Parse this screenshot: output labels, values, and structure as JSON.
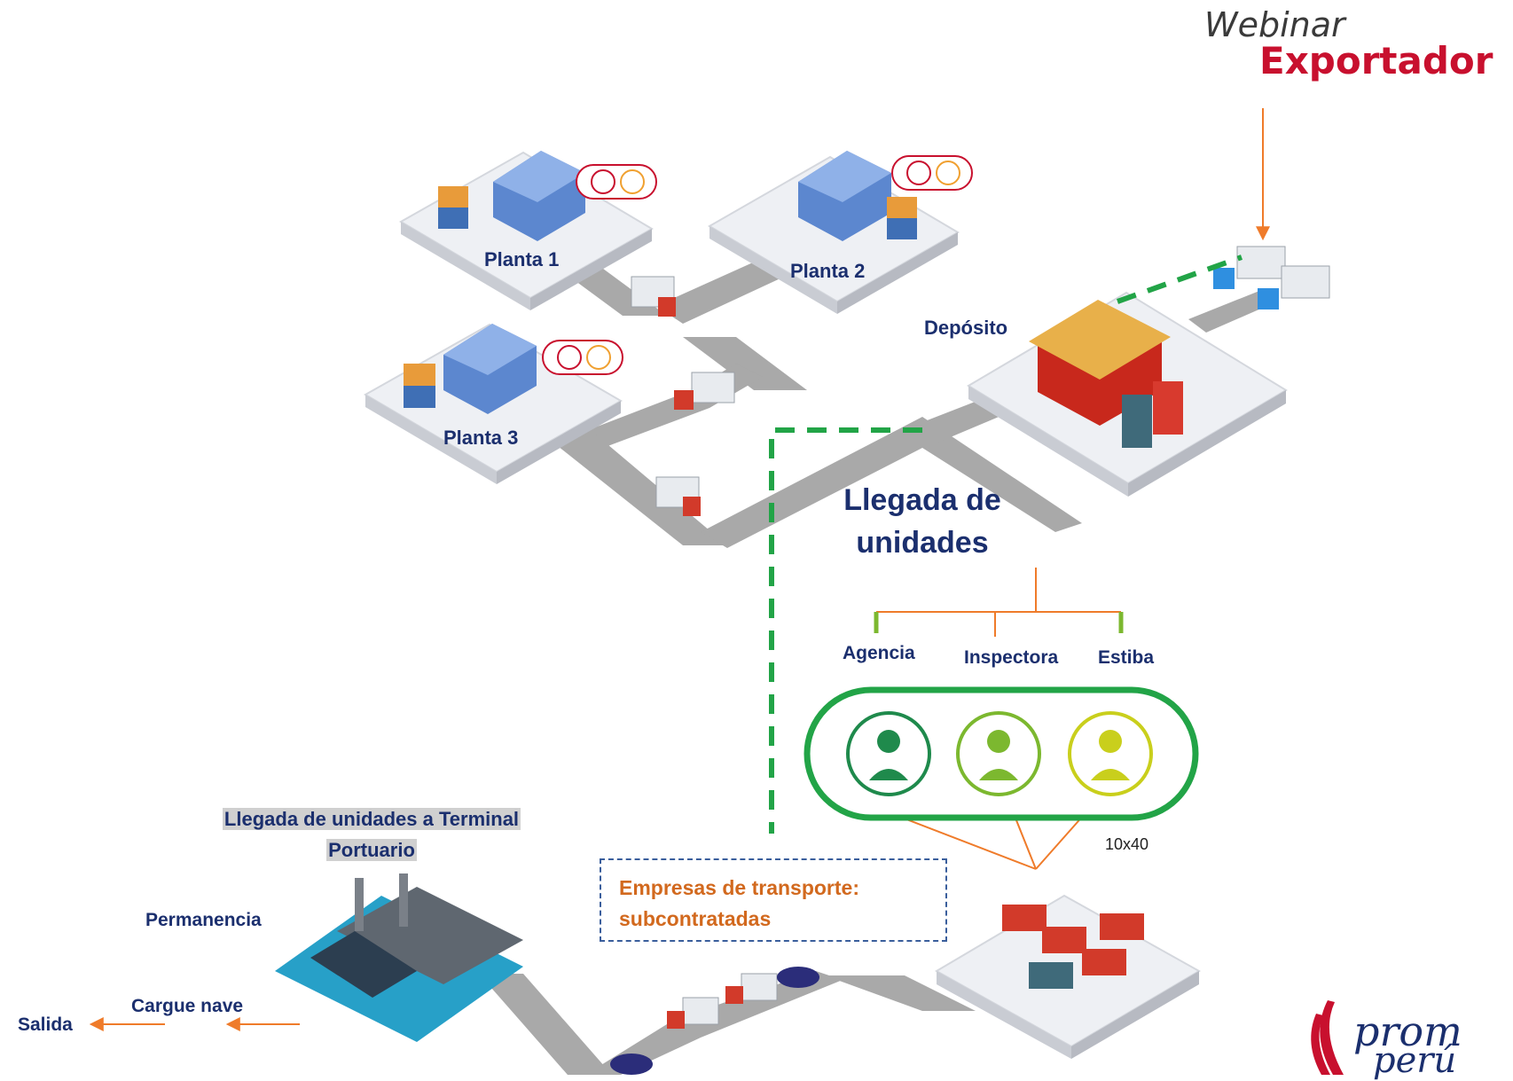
{
  "header": {
    "line1": "Webinar",
    "line2": "Exportador"
  },
  "plants": [
    {
      "label": "Planta 1"
    },
    {
      "label": "Planta 2"
    },
    {
      "label": "Planta 3"
    }
  ],
  "deposit": {
    "label": "Depósito"
  },
  "arrival": {
    "line1": "Llegada de",
    "line2": "unidades"
  },
  "roles": [
    {
      "label": "Agencia",
      "icon": "customs-agent-icon",
      "color": "#1f8a4c"
    },
    {
      "label": "Inspectora",
      "icon": "inspector-icon",
      "color": "#7cb82f"
    },
    {
      "label": "Estiba",
      "icon": "stevedore-icon",
      "color": "#c9cf1c"
    }
  ],
  "container_note": "10x40",
  "transport": {
    "line1": "Empresas de transporte:",
    "line2": "subcontratadas"
  },
  "terminal": {
    "title_line1": "Llegada de unidades a Terminal",
    "title_line2": "Portuario",
    "permanencia": "Permanencia",
    "cargue": "Cargue nave",
    "salida": "Salida"
  },
  "logo": {
    "line1": "prom",
    "line2": "perú"
  },
  "colors": {
    "brand_red": "#c8102e",
    "navy": "#1b2f6e",
    "green_dash": "#22a447",
    "orange_arrow": "#ef7b2a",
    "road": "#a9a9a9"
  }
}
